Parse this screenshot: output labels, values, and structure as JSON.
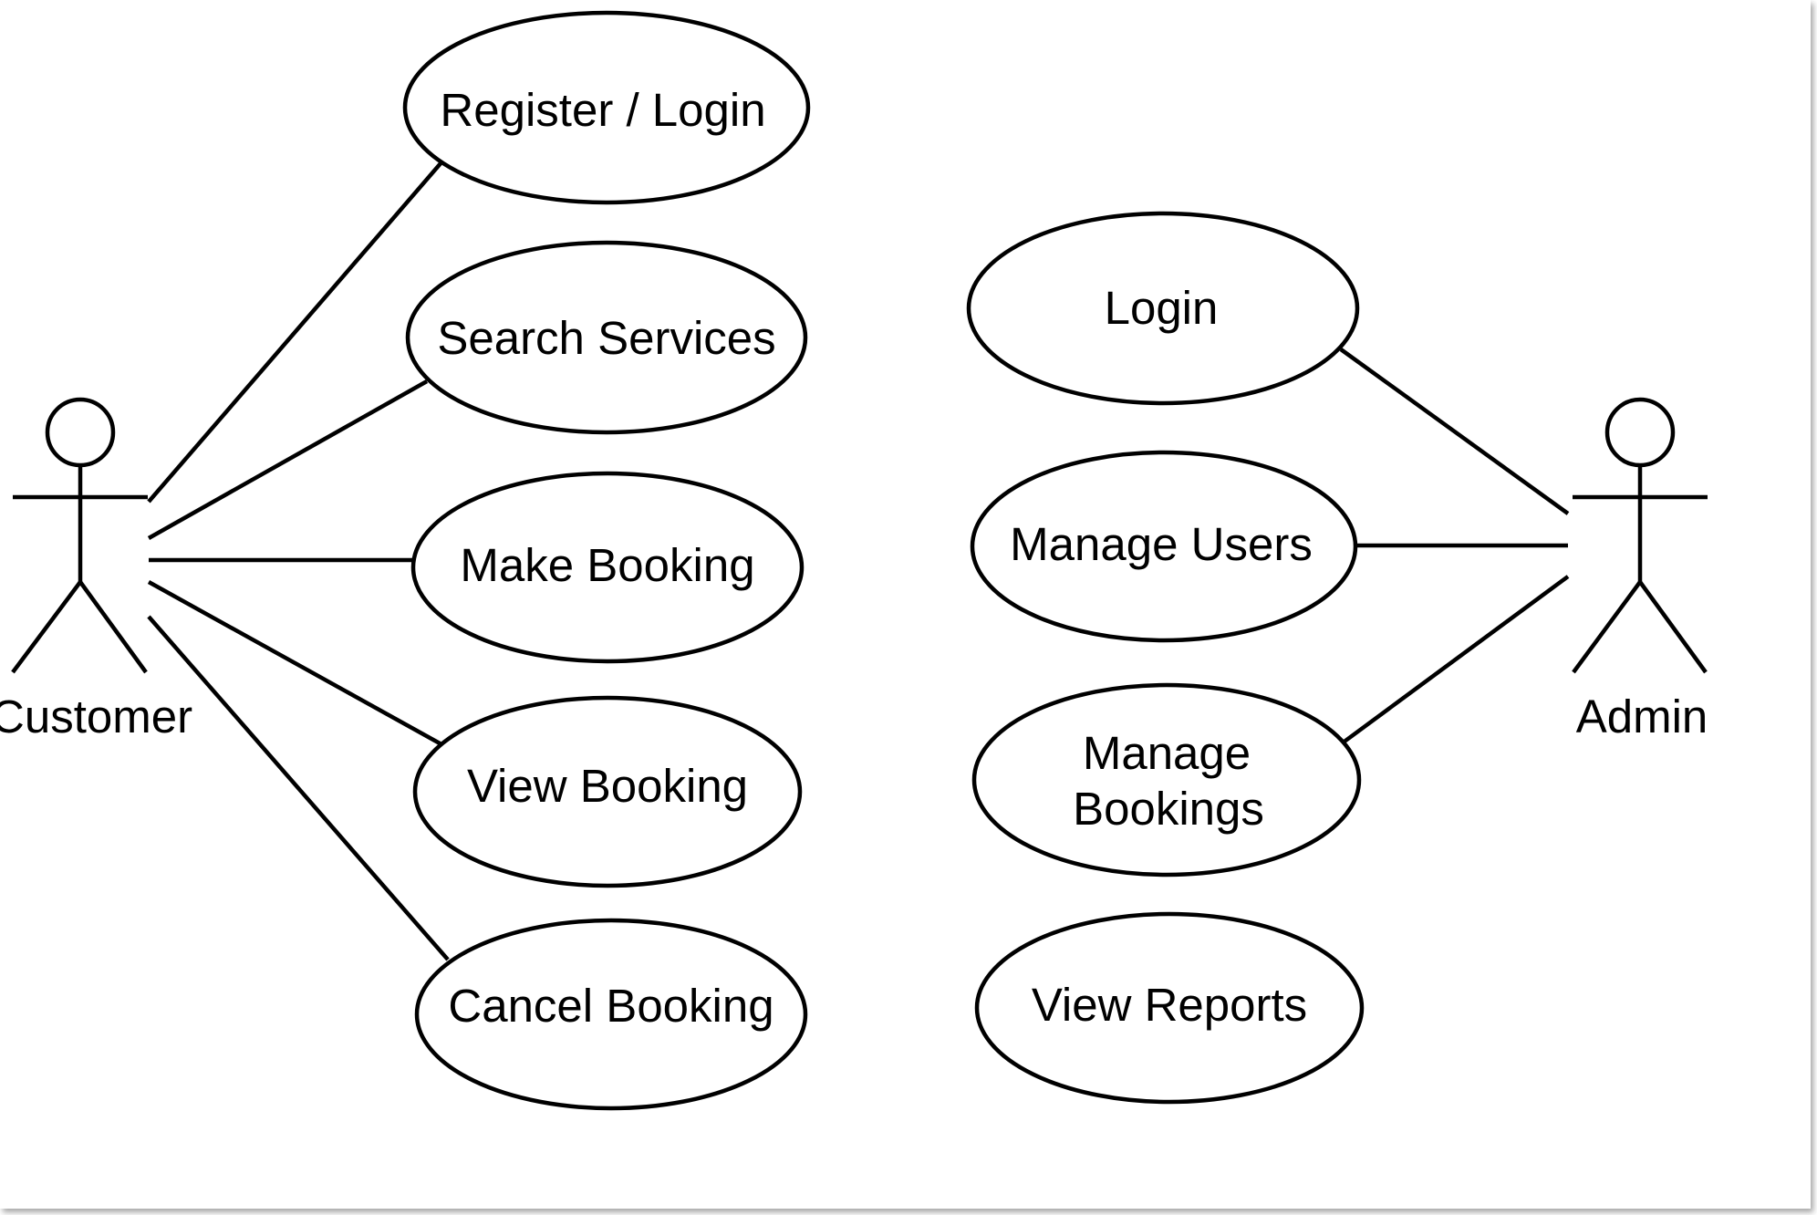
{
  "diagram": {
    "colors": {
      "stroke": "#000000",
      "background": "#ffffff"
    },
    "actors": [
      {
        "id": "customer",
        "label": "Customer"
      },
      {
        "id": "admin",
        "label": "Admin"
      }
    ],
    "use_cases": [
      {
        "id": "register_login",
        "lines": [
          "Register / Login"
        ]
      },
      {
        "id": "search_services",
        "lines": [
          "Search Services"
        ]
      },
      {
        "id": "make_booking",
        "lines": [
          "Make Booking"
        ]
      },
      {
        "id": "view_booking",
        "lines": [
          "View Booking"
        ]
      },
      {
        "id": "cancel_booking",
        "lines": [
          "Cancel Booking"
        ]
      },
      {
        "id": "admin_login",
        "lines": [
          "Login"
        ]
      },
      {
        "id": "manage_users",
        "lines": [
          "Manage Users"
        ]
      },
      {
        "id": "manage_bookings",
        "lines": [
          "Manage",
          "Bookings"
        ]
      },
      {
        "id": "view_reports",
        "lines": [
          "View Reports"
        ]
      }
    ],
    "associations": [
      {
        "actor": "customer",
        "use_case": "register_login"
      },
      {
        "actor": "customer",
        "use_case": "search_services"
      },
      {
        "actor": "customer",
        "use_case": "make_booking"
      },
      {
        "actor": "customer",
        "use_case": "view_booking"
      },
      {
        "actor": "customer",
        "use_case": "cancel_booking"
      },
      {
        "actor": "admin",
        "use_case": "admin_login"
      },
      {
        "actor": "admin",
        "use_case": "manage_users"
      },
      {
        "actor": "admin",
        "use_case": "manage_bookings"
      }
    ]
  }
}
